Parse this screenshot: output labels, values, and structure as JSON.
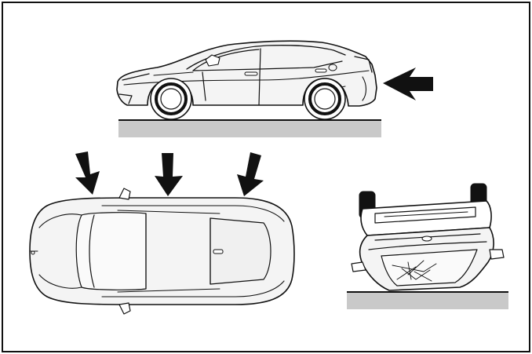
{
  "figure": {
    "colors": {
      "ink": "#111111",
      "ground": "#c9c9c9",
      "paper": "#ffffff",
      "body_fill": "#f4f4f4",
      "shade": "#e6e6e6"
    },
    "scenes": [
      {
        "id": "rear-impact",
        "icon": "car-side-view",
        "arrow_direction": "left"
      },
      {
        "id": "roof-impact",
        "icon": "car-top-view",
        "arrow_direction": "down",
        "arrow_count": 3
      },
      {
        "id": "rollover",
        "icon": "car-overturned-rear-view"
      }
    ]
  }
}
